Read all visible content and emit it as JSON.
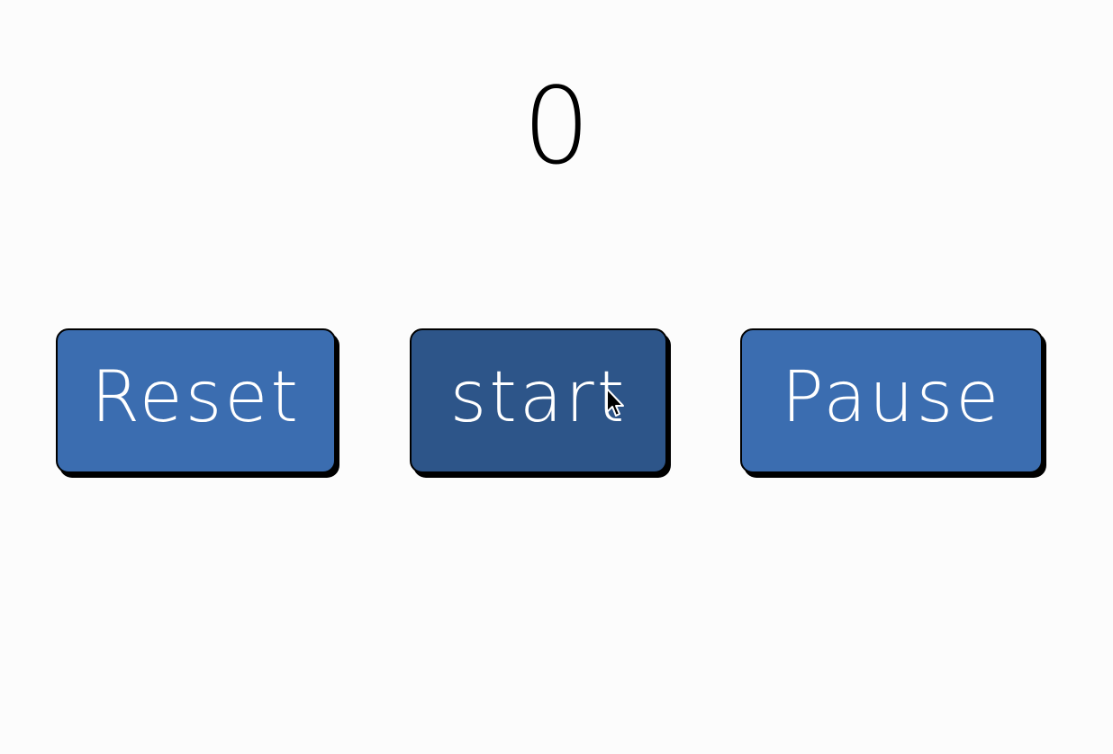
{
  "counter": {
    "value": "0"
  },
  "buttons": {
    "reset_label": "Reset",
    "start_label": "start",
    "pause_label": "Pause"
  },
  "colors": {
    "background": "#fcfcfc",
    "button": "#3b6db0",
    "button_hover": "#2d5589",
    "button_text": "#ffffff",
    "counter_text": "#000000"
  },
  "cursor": {
    "icon": "arrow-cursor-icon",
    "hover_target": "start-button"
  }
}
